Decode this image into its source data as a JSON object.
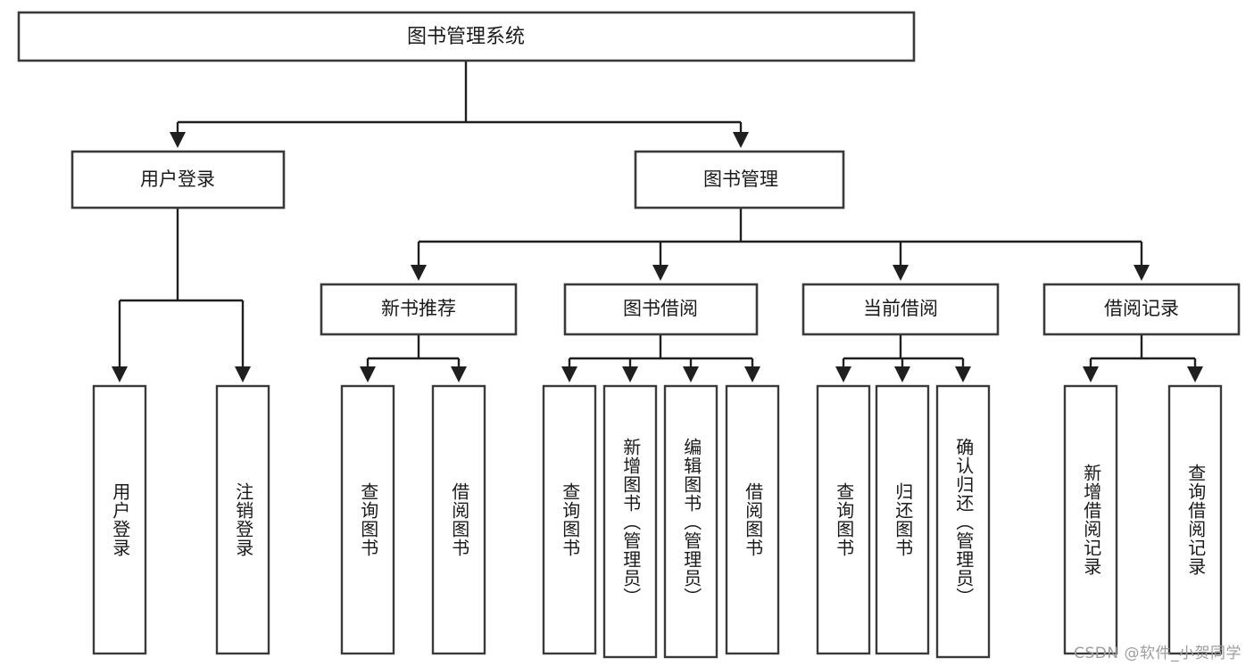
{
  "diagram": {
    "title": "图书管理系统",
    "watermark": "CSDN @软件_小贺同学",
    "root": {
      "label": "图书管理系统"
    },
    "level1": [
      {
        "label": "用户登录"
      },
      {
        "label": "图书管理"
      }
    ],
    "level2": [
      {
        "label": "新书推荐"
      },
      {
        "label": "图书借阅"
      },
      {
        "label": "当前借阅"
      },
      {
        "label": "借阅记录"
      }
    ],
    "leaves": {
      "user_login": [
        {
          "label": "用户登录"
        },
        {
          "label": "注销登录"
        }
      ],
      "new_book_recommend": [
        {
          "label": "查询图书"
        },
        {
          "label": "借阅图书"
        }
      ],
      "book_borrow": [
        {
          "label": "查询图书"
        },
        {
          "label": "新增图书（管理员）"
        },
        {
          "label": "编辑图书（管理员）"
        },
        {
          "label": "借阅图书"
        }
      ],
      "current_borrow": [
        {
          "label": "查询图书"
        },
        {
          "label": "归还图书"
        },
        {
          "label": "确认归还（管理员）"
        }
      ],
      "borrow_record": [
        {
          "label": "新增借阅记录"
        },
        {
          "label": "查询借阅记录"
        }
      ]
    }
  },
  "colors": {
    "box_stroke": "#3a3a3a",
    "link": "#1f1f1f",
    "text": "#1a1a1a",
    "background": "#ffffff",
    "watermark": "#9d9d9d"
  }
}
